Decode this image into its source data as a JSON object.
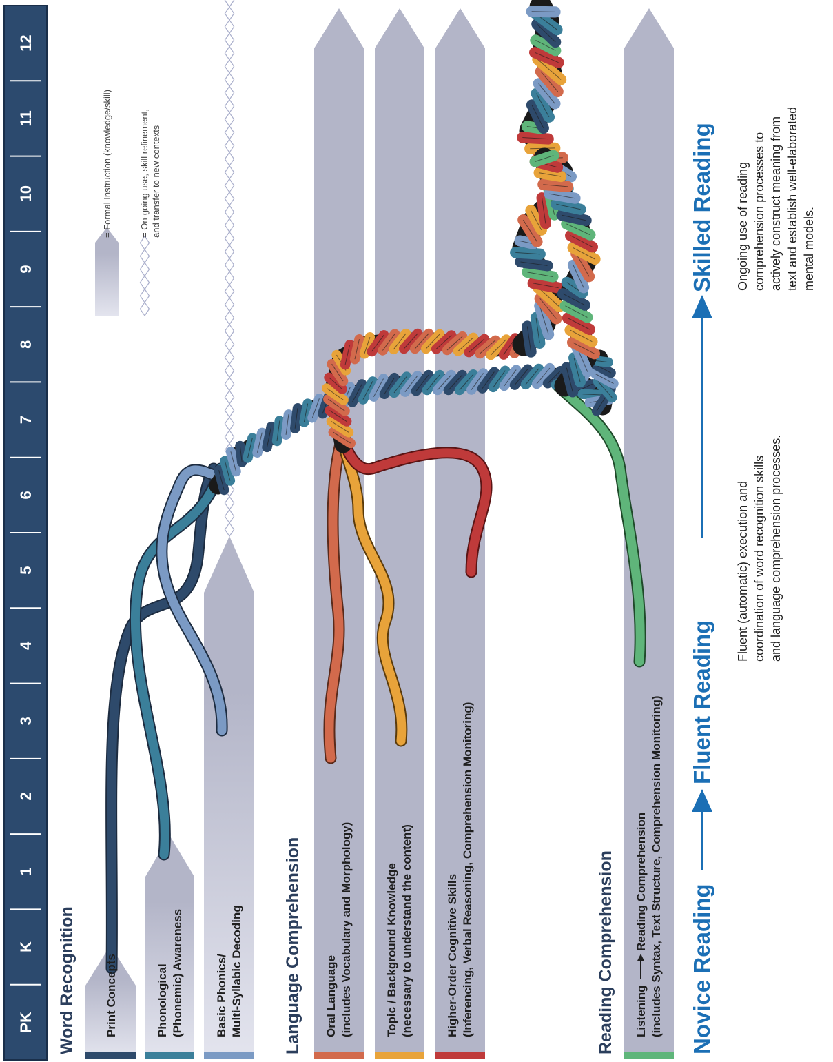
{
  "grades": [
    "PK",
    "K",
    "1",
    "2",
    "3",
    "4",
    "5",
    "6",
    "7",
    "8",
    "9",
    "10",
    "11",
    "12"
  ],
  "legend": {
    "formal": "= Formal Instruction (knowledge/skill)",
    "ongoing_line1": "= On-going use, skill refinement,",
    "ongoing_line2": "and transfer to new contexts"
  },
  "sections": {
    "word_recognition": "Word Recognition",
    "language_comprehension": "Language Comprehension",
    "reading_comprehension": "Reading Comprehension"
  },
  "strands": {
    "print_concepts": "Print Concepts",
    "phonological_l1": "Phonological",
    "phonological_l2": "(Phonemic) Awareness",
    "phonics_l1": "Basic Phonics/",
    "phonics_l2": "Multi-Syllabic Decoding",
    "oral_l1": "Oral Language",
    "oral_l2": "(includes Vocabulary and Morphology)",
    "topic_l1": "Topic / Background Knowledge",
    "topic_l2": "(necessary to understand the content)",
    "higher_l1": "Higher-Order Cognitive Skills",
    "higher_l2": "(Inferencing, Verbal Reasoning, Comprehension Monitoring)",
    "listening_l1a": "Listening",
    "listening_l1b": "Reading Comprehension",
    "listening_l2": "(includes Syntax, Text Structure, Comprehension Monitoring)"
  },
  "stages": {
    "novice": "Novice Reading",
    "fluent": "Fluent Reading",
    "skilled": "Skilled Reading"
  },
  "descriptions": {
    "fluent_l1": "Fluent (automatic) execution and",
    "fluent_l2": "coordination of word recognition skills",
    "fluent_l3": "and language comprehension processes.",
    "skilled_l1": "Ongoing use of reading",
    "skilled_l2": "comprehension processes to",
    "skilled_l3": "actively construct meaning from",
    "skilled_l4": "text and establish well-elaborated",
    "skilled_l5": "mental models."
  },
  "colors": {
    "header": "#2c4a6e",
    "arrow": "#b3b5c8",
    "print": "#2e4a6b",
    "phono": "#3b7f9a",
    "phonics": "#7b9ac4",
    "oral": "#d26a4c",
    "topic": "#e8a33a",
    "higher": "#bf3a3a",
    "listening": "#5fb57a",
    "stage_blue": "#1b6fb5",
    "dark_text": "#2b3e5c"
  }
}
